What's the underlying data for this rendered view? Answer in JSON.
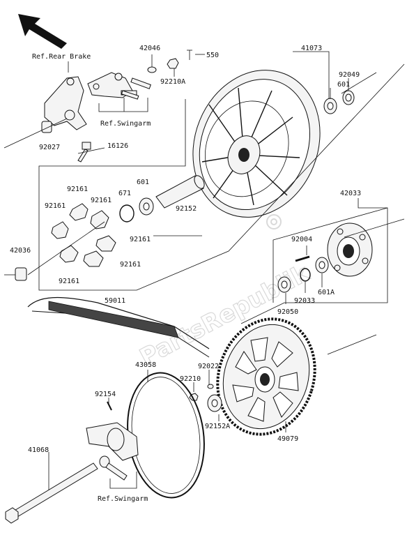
{
  "watermark": "PartsRepublik",
  "labels": {
    "ref_rear_brake": "Ref.Rear Brake",
    "ref_swingarm_top": "Ref.Swingarm",
    "ref_swingarm_bottom": "Ref.Swingarm",
    "p42046": "42046",
    "p550": "550",
    "p41073": "41073",
    "p92210A": "92210A",
    "p601_top": "601",
    "p92049": "92049",
    "p92027": "92027",
    "p16126": "16126",
    "p92161_a": "92161",
    "p92161_b": "92161",
    "p92161_c": "92161",
    "p92161_d": "92161",
    "p92161_e": "92161",
    "p92161_f": "92161",
    "p671": "671",
    "p601_mid": "601",
    "p92152": "92152",
    "p42033": "42033",
    "p42036": "42036",
    "p92004": "92004",
    "p601A": "601A",
    "p92033": "92033",
    "p92050": "92050",
    "p59011": "59011",
    "p43058": "43058",
    "p92022": "92022",
    "p92210": "92210",
    "p92154": "92154",
    "p92152A": "92152A",
    "p49079": "49079",
    "p41068": "41068"
  },
  "icons": {
    "direction_arrow": "front-direction-arrow-icon"
  }
}
